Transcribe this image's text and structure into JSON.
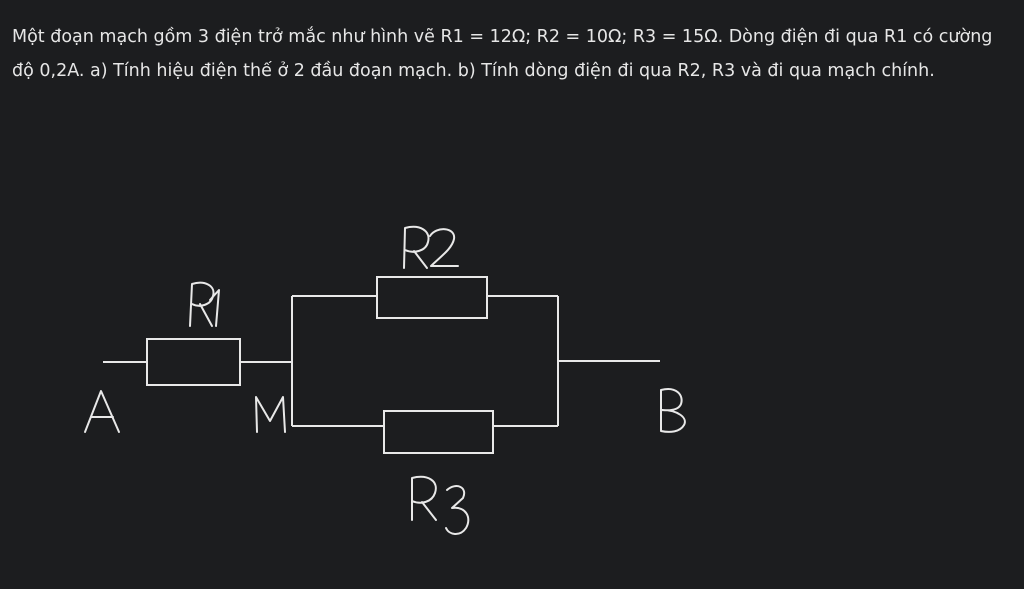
{
  "problem": {
    "text": "Một đoạn mạch gồm 3 điện trở mắc như hình vẽ R1 = 12Ω; R2 = 10Ω; R3 = 15Ω. Dòng điện đi qua R1 có cường độ 0,2A. a) Tính hiệu điện thế ở 2 đầu đoạn mạch. b) Tính dòng điện đi qua R2, R3 và đi qua mạch chính."
  },
  "diagram": {
    "labels": {
      "r1": "R1",
      "r2": "R2",
      "r3": "R3",
      "node_a": "A",
      "node_m": "M",
      "node_b": "B"
    },
    "colors": {
      "background": "#1c1d1f",
      "stroke": "#e8e8e8"
    }
  }
}
